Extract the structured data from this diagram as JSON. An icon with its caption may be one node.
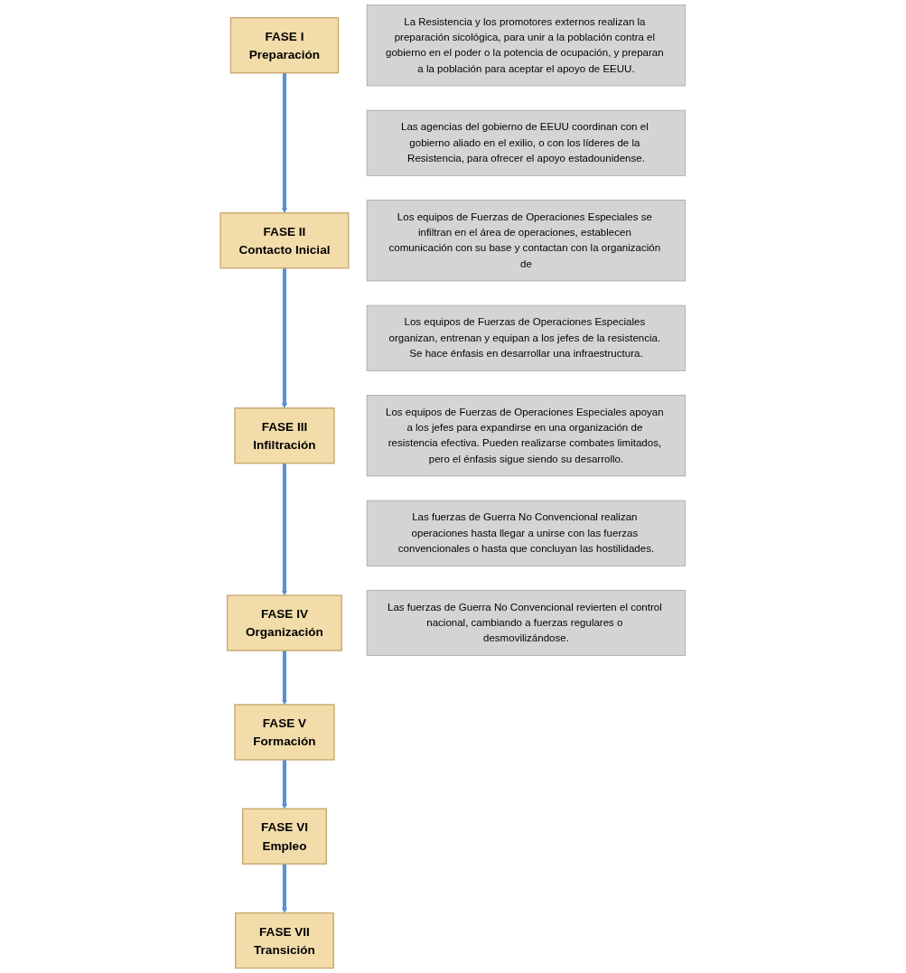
{
  "diagram": {
    "nodes": [
      {
        "text": [
          "FASE I",
          "Preparación"
        ]
      },
      {
        "text": [
          "FASE II",
          "Contacto Inicial"
        ]
      },
      {
        "text": [
          "FASE III",
          "Infiltración"
        ]
      },
      {
        "text": [
          "FASE IV",
          "Organización"
        ]
      },
      {
        "text": [
          "FASE V",
          "Formación"
        ]
      },
      {
        "text": [
          "FASE VI",
          "Empleo"
        ]
      },
      {
        "text": [
          "FASE VII",
          "Transición"
        ]
      },
      {
        "text": [
          "La Resistencia y los promotores externos realizan la preparación sicológica, para unir a la población contra el gobierno en el poder o la potencia de ocupación, y preparan a la población para aceptar el apoyo de EEUU."
        ]
      },
      {
        "text": [
          "Las agencias del gobierno de EEUU coordinan con el gobierno aliado en el exilio, o con los líderes de la Resistencia, para ofrecer el apoyo estadounidense."
        ]
      },
      {
        "text": [
          "Los equipos de Fuerzas de Operaciones Especiales se infiltran en el área de operaciones, establecen comunicación con su base y contactan con la organización de"
        ]
      },
      {
        "text": [
          "Los equipos de Fuerzas de Operaciones Especiales organizan, entrenan y equipan a los jefes de la resistencia. Se hace énfasis en desarrollar una infraestructura."
        ]
      },
      {
        "text": [
          "Los equipos de Fuerzas de Operaciones Especiales apoyan a los jefes para expandirse en una organización de resistencia efectiva. Pueden realizarse combates limitados, pero el énfasis sigue siendo su desarrollo."
        ]
      },
      {
        "text": [
          "Las fuerzas de Guerra No Convencional realizan operaciones hasta llegar a unirse con las fuerzas convencionales o hasta que concluyan las hostilidades."
        ]
      },
      {
        "text": [
          "Las fuerzas de Guerra No Convencional revierten el control nacional, cambiando a fuerzas regulares o desmovilizándose."
        ]
      }
    ],
    "edges": [
      {
        "from": 0,
        "to": 1,
        "arrow": "to"
      },
      {
        "from": 1,
        "to": 2,
        "arrow": "to"
      },
      {
        "from": 2,
        "to": 3,
        "arrow": "to"
      },
      {
        "from": 3,
        "to": 4,
        "arrow": "to"
      },
      {
        "from": 4,
        "to": 5,
        "arrow": "to"
      },
      {
        "from": 5,
        "to": 6,
        "arrow": "to"
      }
    ]
  }
}
